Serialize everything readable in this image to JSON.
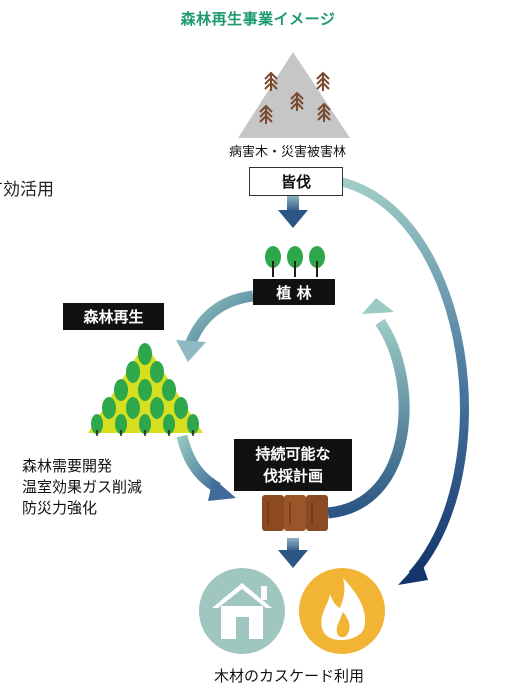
{
  "title": "森林再生事業イメージ",
  "left_fragment": "有効活用",
  "mountain_label": "病害木・災害被害林",
  "clearcut_label": "皆伐",
  "planting_label": "植 林",
  "regeneration_label": "森林再生",
  "benefits": [
    "森林需要開発",
    "温室効果ガス削減",
    "防災力強化"
  ],
  "sustainable_plan_label": [
    "持続可能な",
    "伐採計画"
  ],
  "cascade_label": "木材のカスケード利用",
  "colors": {
    "title": "#1c9a6e",
    "mountain": "#c8c8c8",
    "trunk_tree": "#7a4a2e",
    "tree_green": "#2ea84a",
    "tree_yellow": "#d6e021",
    "arrow_teal": "#7bb8b1",
    "arrow_navy": "#1b4475",
    "house_circle": "#9fc7bf",
    "fire_circle": "#f2b434",
    "log": "#8b4a22"
  },
  "icons": [
    "conifer-tree-icon",
    "deciduous-tree-icon",
    "log-icon",
    "house-icon",
    "flame-icon"
  ]
}
